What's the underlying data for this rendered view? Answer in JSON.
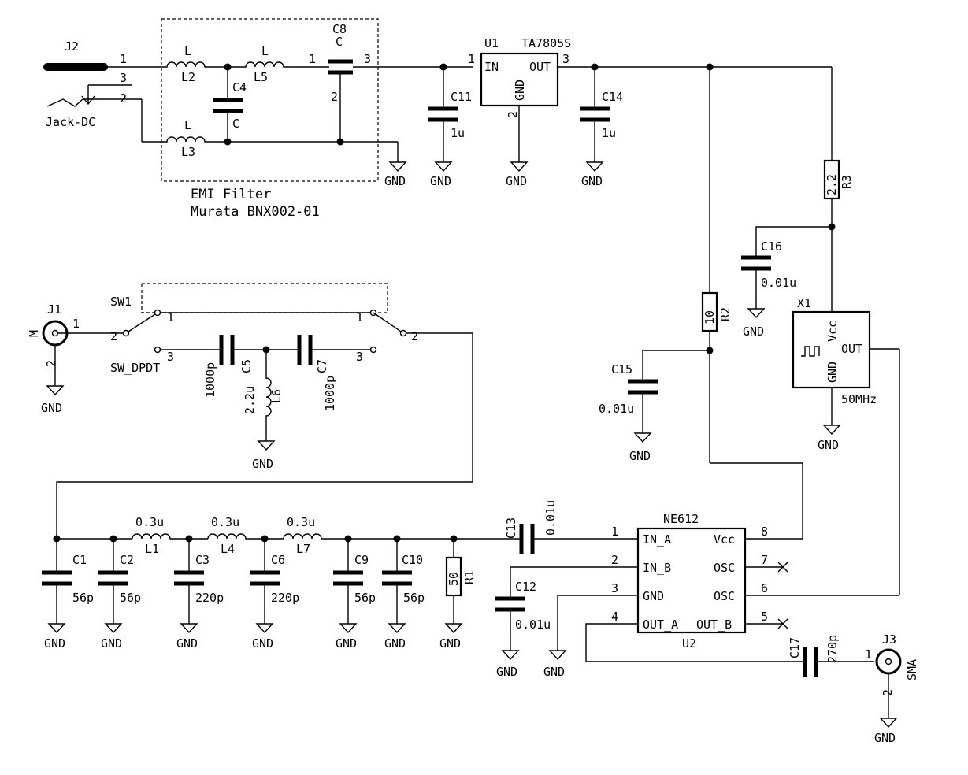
{
  "emi": {
    "box_title": "EMI Filter",
    "box_part": "Murata BNX002-01"
  },
  "labels": {
    "J2": "J2",
    "J2_type": "Jack-DC",
    "J2_p1": "1",
    "J2_p2": "2",
    "J2_p3": "3",
    "L2_ref": "L2",
    "L2_val": "L",
    "L3_ref": "L3",
    "L3_val": "L",
    "L5_ref": "L5",
    "L5_val": "L",
    "C4_ref": "C4",
    "C4_val": "C",
    "C8_ref": "C8",
    "C8_val": "C",
    "C8_p1": "1",
    "C8_p2": "2",
    "C8_p3": "3",
    "U1_ref": "U1",
    "U1_part": "TA7805S",
    "U1_in": "IN",
    "U1_out": "OUT",
    "U1_gnd": "GND",
    "U1_p1": "1",
    "U1_p2": "2",
    "U1_p3": "3",
    "C11_ref": "C11",
    "C11_val": "1u",
    "C14_ref": "C14",
    "C14_val": "1u",
    "R3_ref": "R3",
    "R3_val": "2.2",
    "R2_ref": "R2",
    "R2_val": "10",
    "C16_ref": "C16",
    "C16_val": "0.01u",
    "C15_ref": "C15",
    "C15_val": "0.01u",
    "X1_ref": "X1",
    "X1_vcc": "Vcc",
    "X1_gnd": "GND",
    "X1_out": "OUT",
    "X1_freq": "50MHz",
    "J1_ref": "J1",
    "J1_type": "M",
    "J1_p1": "1",
    "J1_p2": "2",
    "SW1_ref": "SW1",
    "SW1_type": "SW_DPDT",
    "SW_a1": "1",
    "SW_a2": "2",
    "SW_a3": "3",
    "SW_b1": "1",
    "SW_b2": "2",
    "SW_b3": "3",
    "C5_ref": "C5",
    "C5_val": "1000p",
    "C7_ref": "C7",
    "C7_val": "1000p",
    "L6_ref": "L6",
    "L6_val": "2.2u",
    "C1_ref": "C1",
    "C1_val": "56p",
    "C2_ref": "C2",
    "C2_val": "56p",
    "C3_ref": "C3",
    "C3_val": "220p",
    "C6_ref": "C6",
    "C6_val": "220p",
    "C9_ref": "C9",
    "C9_val": "56p",
    "C10_ref": "C10",
    "C10_val": "56p",
    "L1_ref": "L1",
    "L1_val": "0.3u",
    "L4_ref": "L4",
    "L4_val": "0.3u",
    "L7_ref": "L7",
    "L7_val": "0.3u",
    "R1_ref": "R1",
    "R1_val": "50",
    "C13_ref": "C13",
    "C13_val": "0.01u",
    "C12_ref": "C12",
    "C12_val": "0.01u",
    "U2_ref": "U2",
    "U2_part": "NE612",
    "U2_ina": "IN_A",
    "U2_inb": "IN_B",
    "U2_gnd": "GND",
    "U2_outa": "OUT_A",
    "U2_vcc": "Vcc",
    "U2_osc1": "OSC",
    "U2_osc2": "OSC",
    "U2_outb": "OUT_B",
    "U2_p1": "1",
    "U2_p2": "2",
    "U2_p3": "3",
    "U2_p4": "4",
    "U2_p5": "5",
    "U2_p6": "6",
    "U2_p7": "7",
    "U2_p8": "8",
    "C17_ref": "C17",
    "C17_val": "270p",
    "J3_ref": "J3",
    "J3_type": "SMA",
    "J3_p1": "1",
    "J3_p2": "2",
    "gnd": "GND"
  }
}
